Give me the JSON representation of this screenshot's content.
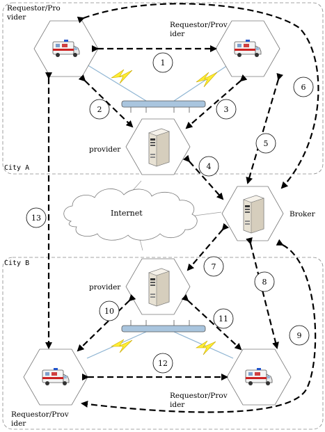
{
  "city_a": "City A",
  "city_b": "City B",
  "internet": "Internet",
  "broker": "Broker",
  "provider_a": "provider",
  "provider_b": "provider",
  "req_tl": "Requestor/Pro\nvider",
  "req_tr": "Requestor/Prov\nider",
  "req_bl": "Requestor/Prov\nider",
  "req_br": "Requestor/Prov\nider",
  "steps": [
    "1",
    "2",
    "3",
    "4",
    "5",
    "6",
    "7",
    "8",
    "9",
    "10",
    "11",
    "12",
    "13"
  ],
  "colors": {
    "lightning": "#ffee33",
    "bus": "#a9c5de",
    "link_blue": "#8fb5d3",
    "ambulance_stripe": "#cc2222"
  }
}
